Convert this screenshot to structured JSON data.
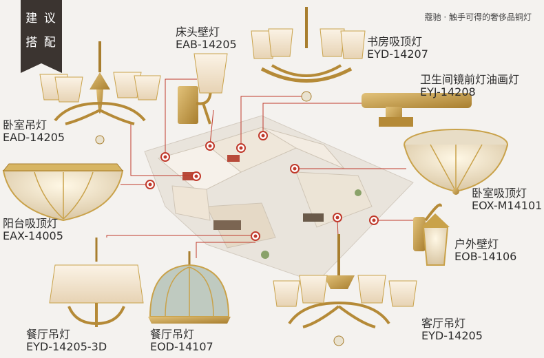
{
  "badge": {
    "line1": "建 议",
    "line2": "搭 配"
  },
  "tagline": "蔻驰 · 触手可得的奢侈品铜灯",
  "products": [
    {
      "name": "床头壁灯",
      "code": "EAB-14205"
    },
    {
      "name": "书房吸顶灯",
      "code": "EYD-14207"
    },
    {
      "name": "卫生间镜前灯油画灯",
      "code": "EYJ-14208"
    },
    {
      "name": "卧室吊灯",
      "code": "EAD-14205"
    },
    {
      "name": "卧室吸顶灯",
      "code": "EOX-M14101"
    },
    {
      "name": "阳台吸顶灯",
      "code": "EAX-14005"
    },
    {
      "name": "户外壁灯",
      "code": "EOB-14106"
    },
    {
      "name": "餐厅吊灯",
      "code": "EYD-14205-3D"
    },
    {
      "name": "餐厅吊灯",
      "code": "EOD-14107"
    },
    {
      "name": "客厅吊灯",
      "code": "EYD-14205"
    }
  ],
  "colors": {
    "leader": "#c0392b",
    "brass": "#c9a24a",
    "badge": "#3b3430"
  }
}
